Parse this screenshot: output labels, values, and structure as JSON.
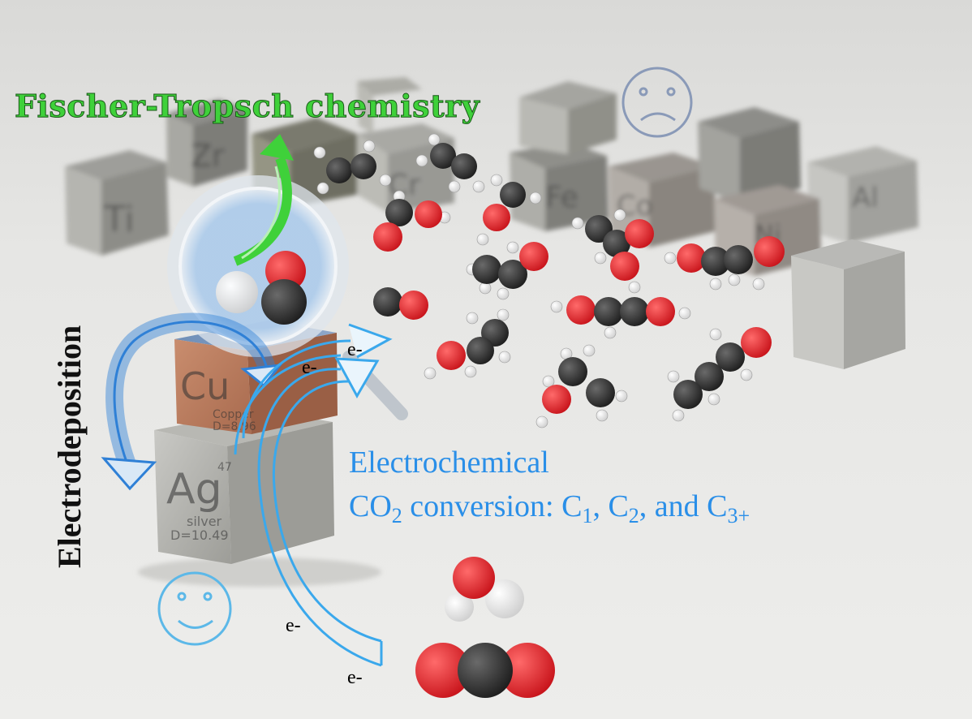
{
  "labels": {
    "fischer_tropsch": "Fischer-Tropsch chemistry",
    "electrodeposition": "Electrodeposition",
    "conversion_line1": "Electrochemical",
    "conversion_line2": {
      "co": "CO",
      "co_sub": "2",
      "text1": " conversion: C",
      "c1_sub": "1",
      "text2": ", C",
      "c2_sub": "2",
      "text3": ", and C",
      "c3_sub": "3+"
    },
    "electron": "e-"
  },
  "cubes": {
    "foreground": [
      {
        "symbol": "Cu",
        "line1": "Copper",
        "line2": "D=8.96"
      },
      {
        "symbol": "Ag",
        "number": "47",
        "line1": "silver",
        "line2": "D=10.49"
      }
    ],
    "background": [
      "Ti",
      "Zr",
      "Cr",
      "Fe",
      "Co",
      "Ni",
      "Al"
    ]
  },
  "colors": {
    "carbon": "#333333",
    "oxygen": "#e0242b",
    "hydrogen": "#f4f4f4",
    "ft_green": "#3fd13a",
    "electro_blue": "#2a8fe8",
    "electron_red": "#d02020",
    "sad_face": "#8a9ab8",
    "happy_face": "#5cb8e8"
  },
  "icons": [
    "sad-face-icon",
    "happy-face-icon",
    "magnifier-icon",
    "electrodeposition-arrow-icon",
    "electron-flow-arrow-icon",
    "fischer-tropsch-arrow-icon"
  ]
}
